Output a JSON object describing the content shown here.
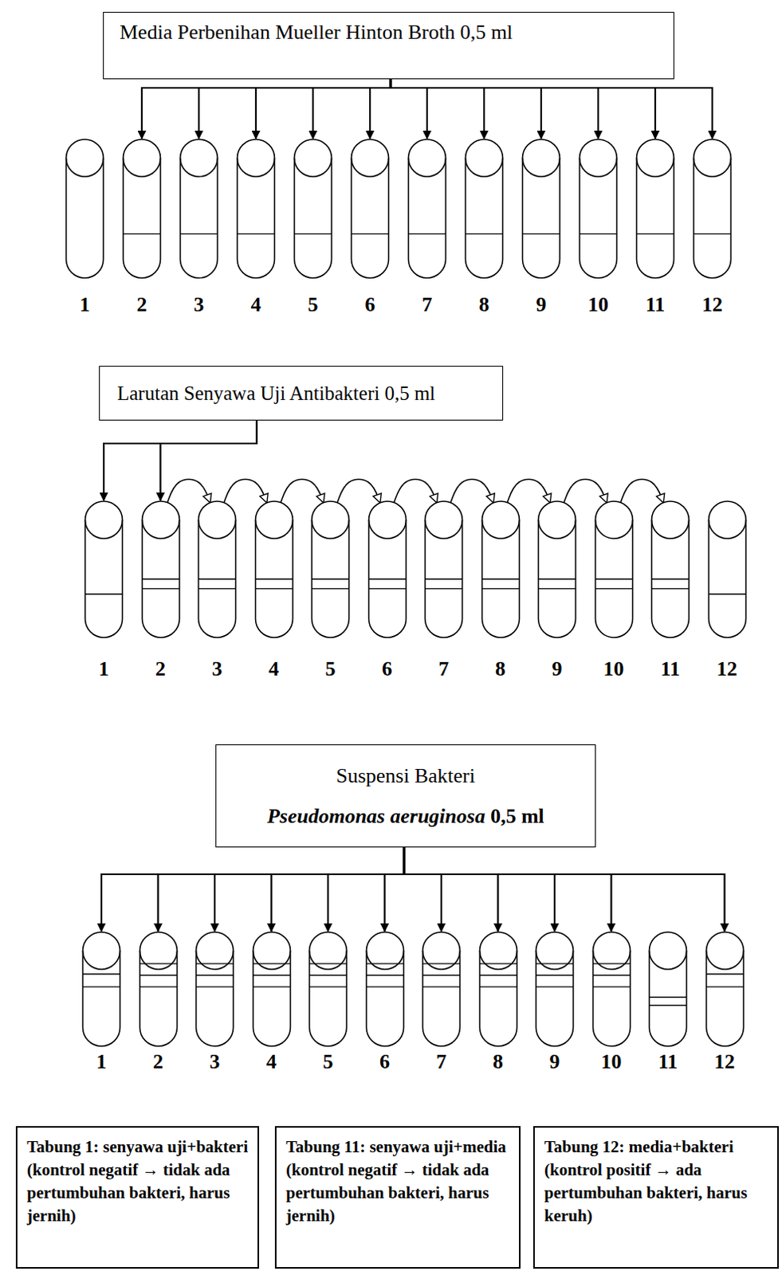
{
  "diagram": {
    "nodes": [
      {
        "text": [
          "Media Perbenihan Mueller Hinton Broth 0,5 ml"
        ]
      },
      {
        "text": [
          "1"
        ]
      },
      {
        "text": [
          "2"
        ]
      },
      {
        "text": [
          "3"
        ]
      },
      {
        "text": [
          "4"
        ]
      },
      {
        "text": [
          "5"
        ]
      },
      {
        "text": [
          "6"
        ]
      },
      {
        "text": [
          "7"
        ]
      },
      {
        "text": [
          "8"
        ]
      },
      {
        "text": [
          "9"
        ]
      },
      {
        "text": [
          "10"
        ]
      },
      {
        "text": [
          "11"
        ]
      },
      {
        "text": [
          "12"
        ]
      },
      {
        "text": [
          "Larutan Senyawa Uji Antibakteri 0,5 ml"
        ]
      },
      {
        "text": [
          "1"
        ]
      },
      {
        "text": [
          "2"
        ]
      },
      {
        "text": [
          "3"
        ]
      },
      {
        "text": [
          "4"
        ]
      },
      {
        "text": [
          "5"
        ]
      },
      {
        "text": [
          "6"
        ]
      },
      {
        "text": [
          "7"
        ]
      },
      {
        "text": [
          "8"
        ]
      },
      {
        "text": [
          "9"
        ]
      },
      {
        "text": [
          "10"
        ]
      },
      {
        "text": [
          "11"
        ]
      },
      {
        "text": [
          "12"
        ]
      },
      {
        "text": [
          "Suspensi Bakteri",
          "Pseudomonas aeruginosa",
          "0,5 ml"
        ]
      },
      {
        "text": [
          "1"
        ]
      },
      {
        "text": [
          "2"
        ]
      },
      {
        "text": [
          "3"
        ]
      },
      {
        "text": [
          "4"
        ]
      },
      {
        "text": [
          "5"
        ]
      },
      {
        "text": [
          "6"
        ]
      },
      {
        "text": [
          "7"
        ]
      },
      {
        "text": [
          "8"
        ]
      },
      {
        "text": [
          "9"
        ]
      },
      {
        "text": [
          "10"
        ]
      },
      {
        "text": [
          "11"
        ]
      },
      {
        "text": [
          "12"
        ]
      },
      {
        "text": [
          "Tabung 1: senyawa uji+bakteri (kontrol negatif → tidak ada pertumbuhan bakteri, harus jernih)"
        ]
      },
      {
        "text": [
          "Tabung 11: senyawa uji+media (kontrol negatif → tidak ada pertumbuhan bakteri, harus jernih)"
        ]
      },
      {
        "text": [
          "Tabung 12: media+bakteri (kontrol positif → ada pertumbuhan bakteri, harus keruh)"
        ]
      }
    ],
    "edges": [
      {
        "from": 0,
        "to": 2,
        "arrow": "to"
      },
      {
        "from": 0,
        "to": 3,
        "arrow": "to"
      },
      {
        "from": 0,
        "to": 4,
        "arrow": "to"
      },
      {
        "from": 0,
        "to": 5,
        "arrow": "to"
      },
      {
        "from": 0,
        "to": 6,
        "arrow": "to"
      },
      {
        "from": 0,
        "to": 7,
        "arrow": "to"
      },
      {
        "from": 0,
        "to": 8,
        "arrow": "to"
      },
      {
        "from": 0,
        "to": 9,
        "arrow": "to"
      },
      {
        "from": 0,
        "to": 10,
        "arrow": "to"
      },
      {
        "from": 0,
        "to": 11,
        "arrow": "to"
      },
      {
        "from": 0,
        "to": 12,
        "arrow": "to"
      },
      {
        "from": 13,
        "to": 14,
        "arrow": "to"
      },
      {
        "from": 13,
        "to": 15,
        "arrow": "to"
      },
      {
        "from": 15,
        "to": 16,
        "arrow": "to"
      },
      {
        "from": 16,
        "to": 17,
        "arrow": "to"
      },
      {
        "from": 17,
        "to": 18,
        "arrow": "to"
      },
      {
        "from": 18,
        "to": 19,
        "arrow": "to"
      },
      {
        "from": 19,
        "to": 20,
        "arrow": "to"
      },
      {
        "from": 20,
        "to": 21,
        "arrow": "to"
      },
      {
        "from": 21,
        "to": 22,
        "arrow": "to"
      },
      {
        "from": 22,
        "to": 23,
        "arrow": "to"
      },
      {
        "from": 23,
        "to": 24,
        "arrow": "to"
      },
      {
        "from": 26,
        "to": 27,
        "arrow": "to"
      },
      {
        "from": 26,
        "to": 28,
        "arrow": "to"
      },
      {
        "from": 26,
        "to": 29,
        "arrow": "to"
      },
      {
        "from": 26,
        "to": 30,
        "arrow": "to"
      },
      {
        "from": 26,
        "to": 31,
        "arrow": "to"
      },
      {
        "from": 26,
        "to": 32,
        "arrow": "to"
      },
      {
        "from": 26,
        "to": 33,
        "arrow": "to"
      },
      {
        "from": 26,
        "to": 34,
        "arrow": "to"
      },
      {
        "from": 26,
        "to": 35,
        "arrow": "to"
      },
      {
        "from": 26,
        "to": 36,
        "arrow": "to"
      },
      {
        "from": 26,
        "to": 38,
        "arrow": "to"
      }
    ]
  }
}
